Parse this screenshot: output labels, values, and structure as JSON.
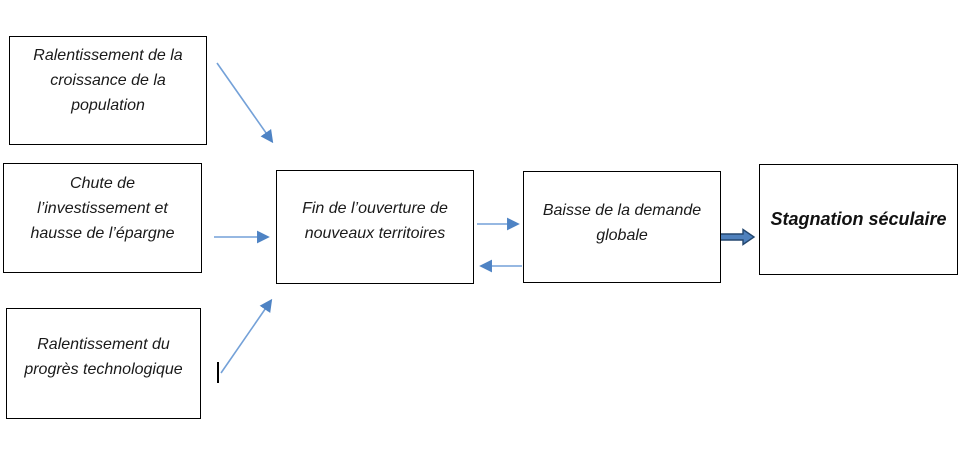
{
  "colors": {
    "connector_line": "#74A1D8",
    "connector_head": "#4E83C4",
    "thick_arrow_fill": "#4F81BD",
    "thick_arrow_stroke": "#24476F",
    "box_border": "#000000",
    "text": "#1A1A1A",
    "background": "#FFFFFF"
  },
  "diagram": {
    "boxes": {
      "population": {
        "lines": [
          "Ralentissement de la",
          "croissance de la",
          "population"
        ]
      },
      "investment": {
        "lines": [
          "Chute de",
          "l’investissement et",
          "hausse de l’épargne"
        ]
      },
      "technology": {
        "lines": [
          "Ralentissement du",
          "progrès technologique"
        ]
      },
      "territories": {
        "lines": [
          "Fin de l’ouverture de",
          "nouveaux territoires"
        ]
      },
      "demand": {
        "lines": [
          "Baisse de la demande",
          "globale"
        ]
      },
      "stagnation": {
        "lines": [
          "Stagnation séculaire"
        ]
      }
    },
    "connections": [
      {
        "from": "population",
        "to": "territories",
        "style": "thin"
      },
      {
        "from": "investment",
        "to": "territories",
        "style": "thin"
      },
      {
        "from": "technology",
        "to": "territories",
        "style": "thin"
      },
      {
        "from": "territories",
        "to": "demand",
        "style": "thin"
      },
      {
        "from": "demand",
        "to": "territories",
        "style": "thin"
      },
      {
        "from": "demand",
        "to": "stagnation",
        "style": "thick"
      }
    ]
  }
}
